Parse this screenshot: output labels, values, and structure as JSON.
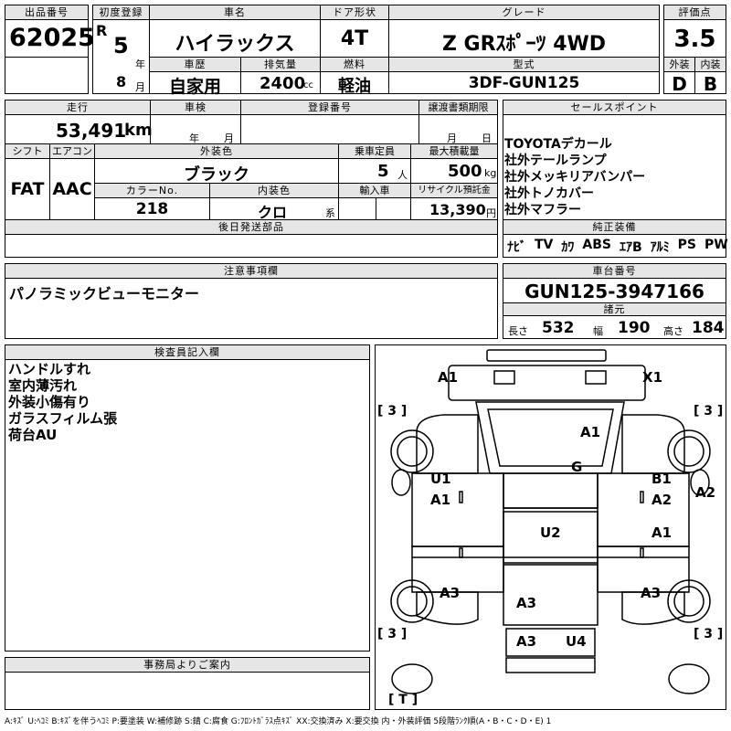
{
  "header": {
    "lot_label": "出品番号",
    "lot_number": "62025",
    "first_reg_label": "初度登録",
    "era": "R",
    "year": "5",
    "year_unit": "年",
    "month": "8",
    "month_unit": "月",
    "car_name_label": "車名",
    "car_name": "ハイラックス",
    "door_label": "ドア形状",
    "door": "4T",
    "grade_label": "グレード",
    "grade": "Z GRｽﾎﾟｰﾂ 4WD",
    "score_label": "評価点",
    "score": "3.5",
    "history_label": "車歴",
    "history": "自家用",
    "displacement_label": "排気量",
    "displacement": "2400",
    "displacement_unit": "cc",
    "fuel_label": "燃料",
    "fuel": "軽油",
    "model_label": "型式",
    "model": "3DF-GUN125",
    "exterior_label": "外装",
    "exterior": "D",
    "interior_label": "内装",
    "interior": "B"
  },
  "mid": {
    "mileage_label": "走行",
    "mileage": "53,491",
    "mileage_unit": "km",
    "inspection_label": "車検",
    "inspection_year_unit": "年",
    "inspection_month_unit": "月",
    "plate_label": "登録番号",
    "transfer_label": "譲渡書類期限",
    "transfer_month_unit": "月",
    "transfer_day_unit": "日",
    "shift_label": "シフト",
    "shift": "FAT",
    "ac_label": "エアコン",
    "ac": "AAC",
    "color_label": "外装色",
    "color": "ブラック",
    "capacity_label": "乗車定員",
    "capacity": "5",
    "capacity_unit": "人",
    "maxload_label": "最大積載量",
    "maxload": "500",
    "maxload_unit": "kg",
    "colorno_label": "カラーNo.",
    "colorno": "218",
    "interior_color_label": "内装色",
    "interior_color": "クロ",
    "interior_color_unit": "系",
    "import_label": "輸入車",
    "recycle_label": "リサイクル預託金",
    "recycle": "13,390",
    "recycle_unit": "円",
    "later_parts_label": "後日発送部品"
  },
  "sales": {
    "label": "セールスポイント",
    "points": [
      "TOYOTAデカール",
      "社外テールランプ",
      "社外メッキリアバンパー",
      "社外トノカバー",
      "社外マフラー"
    ]
  },
  "equipment": {
    "label": "純正装備",
    "items": [
      "ﾅﾋﾞ",
      "TV",
      "ｶﾜ",
      "ABS",
      "ｴｱB",
      "ｱﾙﾐ",
      "PS",
      "PW"
    ]
  },
  "notes": {
    "label": "注意事項欄",
    "text": "パノラミックビューモニター"
  },
  "chassis": {
    "label": "車台番号",
    "number": "GUN125-3947166",
    "dims_label": "諸元",
    "length_label": "長さ",
    "length": "532",
    "width_label": "幅",
    "width": "190",
    "height_label": "高さ",
    "height": "184"
  },
  "inspector": {
    "label": "検査員記入欄",
    "lines": [
      "ハンドルすれ",
      "室内薄汚れ",
      "外装小傷有り",
      "ガラスフィルム張",
      "荷台AU"
    ]
  },
  "office": {
    "label": "事務局よりご案内"
  },
  "diagram": {
    "marks": {
      "front_left": "A1",
      "front_right": "X1",
      "hood": "A1",
      "roof": "G",
      "left_front_door_u": "U1",
      "left_front_door_a": "A1",
      "right_front_door_b": "B1",
      "right_front_door_a": "A2",
      "right_fender": "A2",
      "bed_front": "U2",
      "right_rear": "A1",
      "left_rear_quarter": "A3",
      "bed": "A3",
      "right_rear_quarter": "A3",
      "rear_left": "A3",
      "rear_right": "U4"
    },
    "tire_tl": "[ 3 ]",
    "tire_tr": "[ 3 ]",
    "tire_bl": "[ 3 ]",
    "tire_br": "[ 3 ]",
    "tire_spare": "[ T ]"
  },
  "legend": "A:ｷｽﾞ U:ﾍｺﾐ B:ｷｽﾞを伴うﾍｺﾐ P:要塗装 W:補修跡 S:錆 C:腐食 G:ﾌﾛﾝﾄｶﾞﾗｽ点ｷｽﾞ XX:交換済み X:要交換 内・外装評価 5段階ﾗﾝｸ順(A・B・C・D・E) 1"
}
